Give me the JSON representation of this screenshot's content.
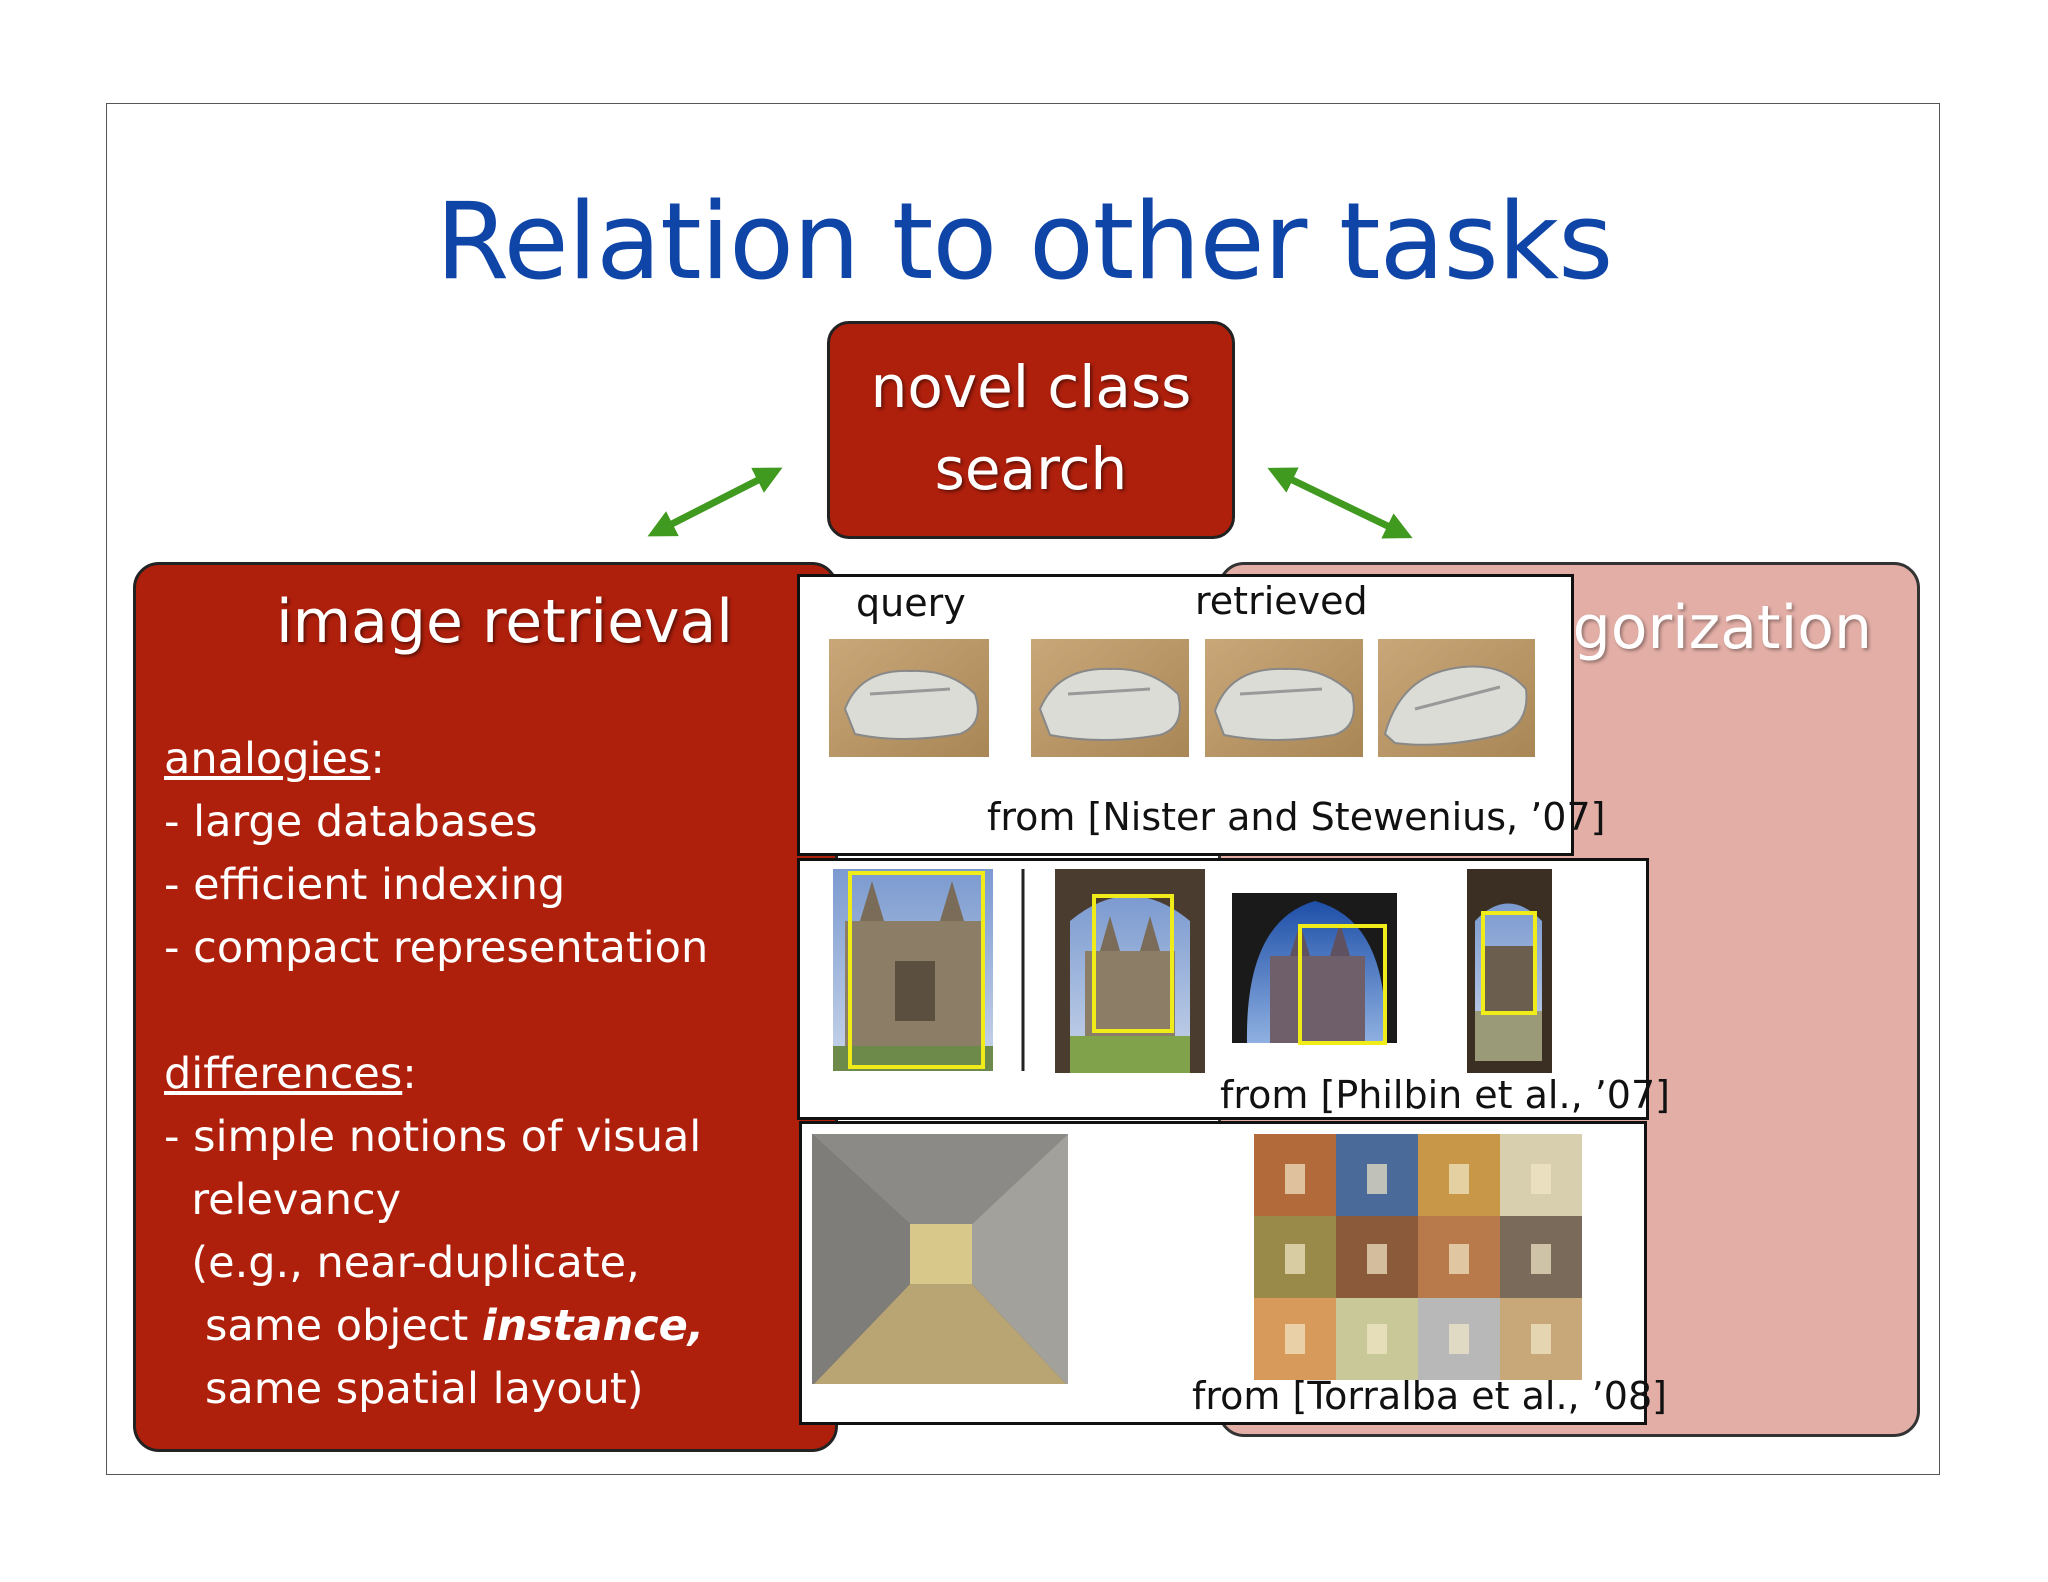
{
  "title": "Relation to other tasks",
  "center_box": {
    "line1": "novel class",
    "line2": "search"
  },
  "left_box": {
    "title": "image retrieval",
    "analogies_label": "analogies",
    "analogies": [
      "- large databases",
      "- efficient indexing",
      "- compact representation"
    ],
    "differences_label": "differences",
    "differences": {
      "line1": "- simple notions of visual",
      "line2": "  relevancy",
      "line3": "  (e.g., near-duplicate,",
      "line4_prefix": "   same object ",
      "line4_emph": "instance,",
      "line5": "   same spatial layout)"
    }
  },
  "right_box": {
    "title_visible": "egorization"
  },
  "panels": {
    "shoes": {
      "query_label": "query",
      "retrieved_label": "retrieved",
      "citation": "from [Nister and Stewenius, ’07]"
    },
    "buildings": {
      "citation": "from [Philbin et al., ’07]"
    },
    "corridors": {
      "citation": "from [Torralba et al., ’08]"
    }
  },
  "colors": {
    "title": "#1045a8",
    "dark_red": "#ae1f0c",
    "light_red": "#e2aea6",
    "arrow_green": "#3f9a1f",
    "highlight_yellow": "#f0ec1a"
  }
}
